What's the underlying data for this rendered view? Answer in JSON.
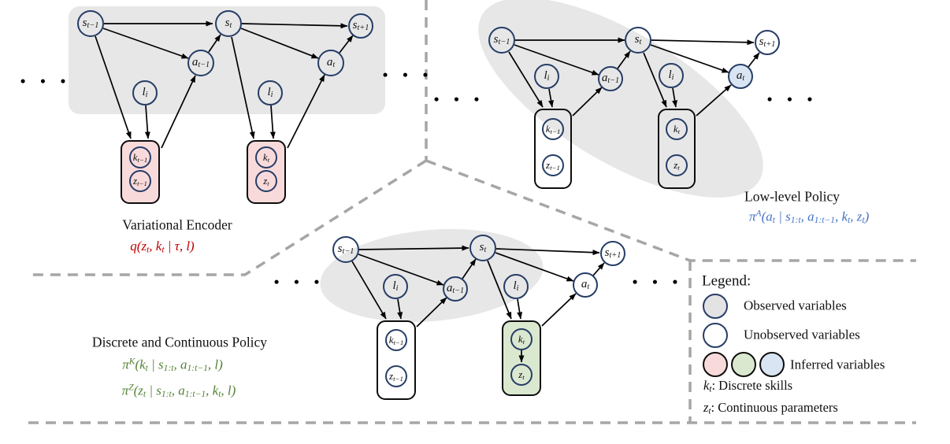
{
  "figure": {
    "description": "Graphical models for skill-based policy learning with three panels and a legend"
  },
  "colors": {
    "observed_fill": "#e7e7e7",
    "node_stroke": "#263d66",
    "inferred_pink": "#f9dadb",
    "inferred_green": "#dbe8d0",
    "inferred_blue": "#d9e5f3",
    "divider_gray": "#a6a6a6",
    "formula_red": "#c00000",
    "formula_blue": "#4472c4",
    "formula_green": "#538135"
  },
  "ellipsis": "• • •",
  "node_labels": {
    "s_prev": "s_{t−1}",
    "s_t": "s_{t}",
    "s_next": "s_{t+1}",
    "a_prev": "a_{t−1}",
    "a_t": "a_{t}",
    "l_i": "l_{i}",
    "k_prev": "k_{t−1}",
    "k_t": "k_{t}",
    "z_prev": "z_{t−1}",
    "z_t": "z_{t}"
  },
  "panels": {
    "variational_encoder": {
      "title": "Variational Encoder",
      "formula": "q(z_{t}, k_{t} | τ, l)"
    },
    "low_level_policy": {
      "title": "Low-level Policy",
      "formula": "π^{A}(a_{t} | s_{1:t}, a_{1:t−1}, k_{t}, z_{t})"
    },
    "discrete_continuous_policy": {
      "title": "Discrete and Continuous Policy",
      "formula_k": "π^{K}(k_{t} | s_{1:t}, a_{1:t−1}, l)",
      "formula_z": "π^{Z}(z_{t} | s_{1:t}, a_{1:t−1}, k_{t}, l)"
    }
  },
  "graph_edges": {
    "common": [
      "s(t−1)→s(t)",
      "s(t−1)→a(t−1)",
      "s(t−1)→kz-box(t−1)",
      "l(i)→kz-box(t−1)",
      "kz-box(t−1)→a(t−1)",
      "a(t−1)→s(t)",
      "s(t)→s(t+1)",
      "s(t)→a(t)",
      "s(t)→kz-box(t)",
      "l(i)→kz-box(t)",
      "kz-box(t)→a(t)",
      "a(t)→s(t+1)"
    ],
    "discrete_continuous_extra": [
      "k(t)→z(t)"
    ]
  },
  "legend": {
    "title": "Legend:",
    "observed": "Observed variables",
    "unobserved": "Unobserved variables",
    "inferred": "Inferred variables",
    "note_k_math": "k_{t}",
    "note_k_text": ": Discrete skills",
    "note_z_math": "z_{t}",
    "note_z_text": ": Continuous parameters"
  }
}
